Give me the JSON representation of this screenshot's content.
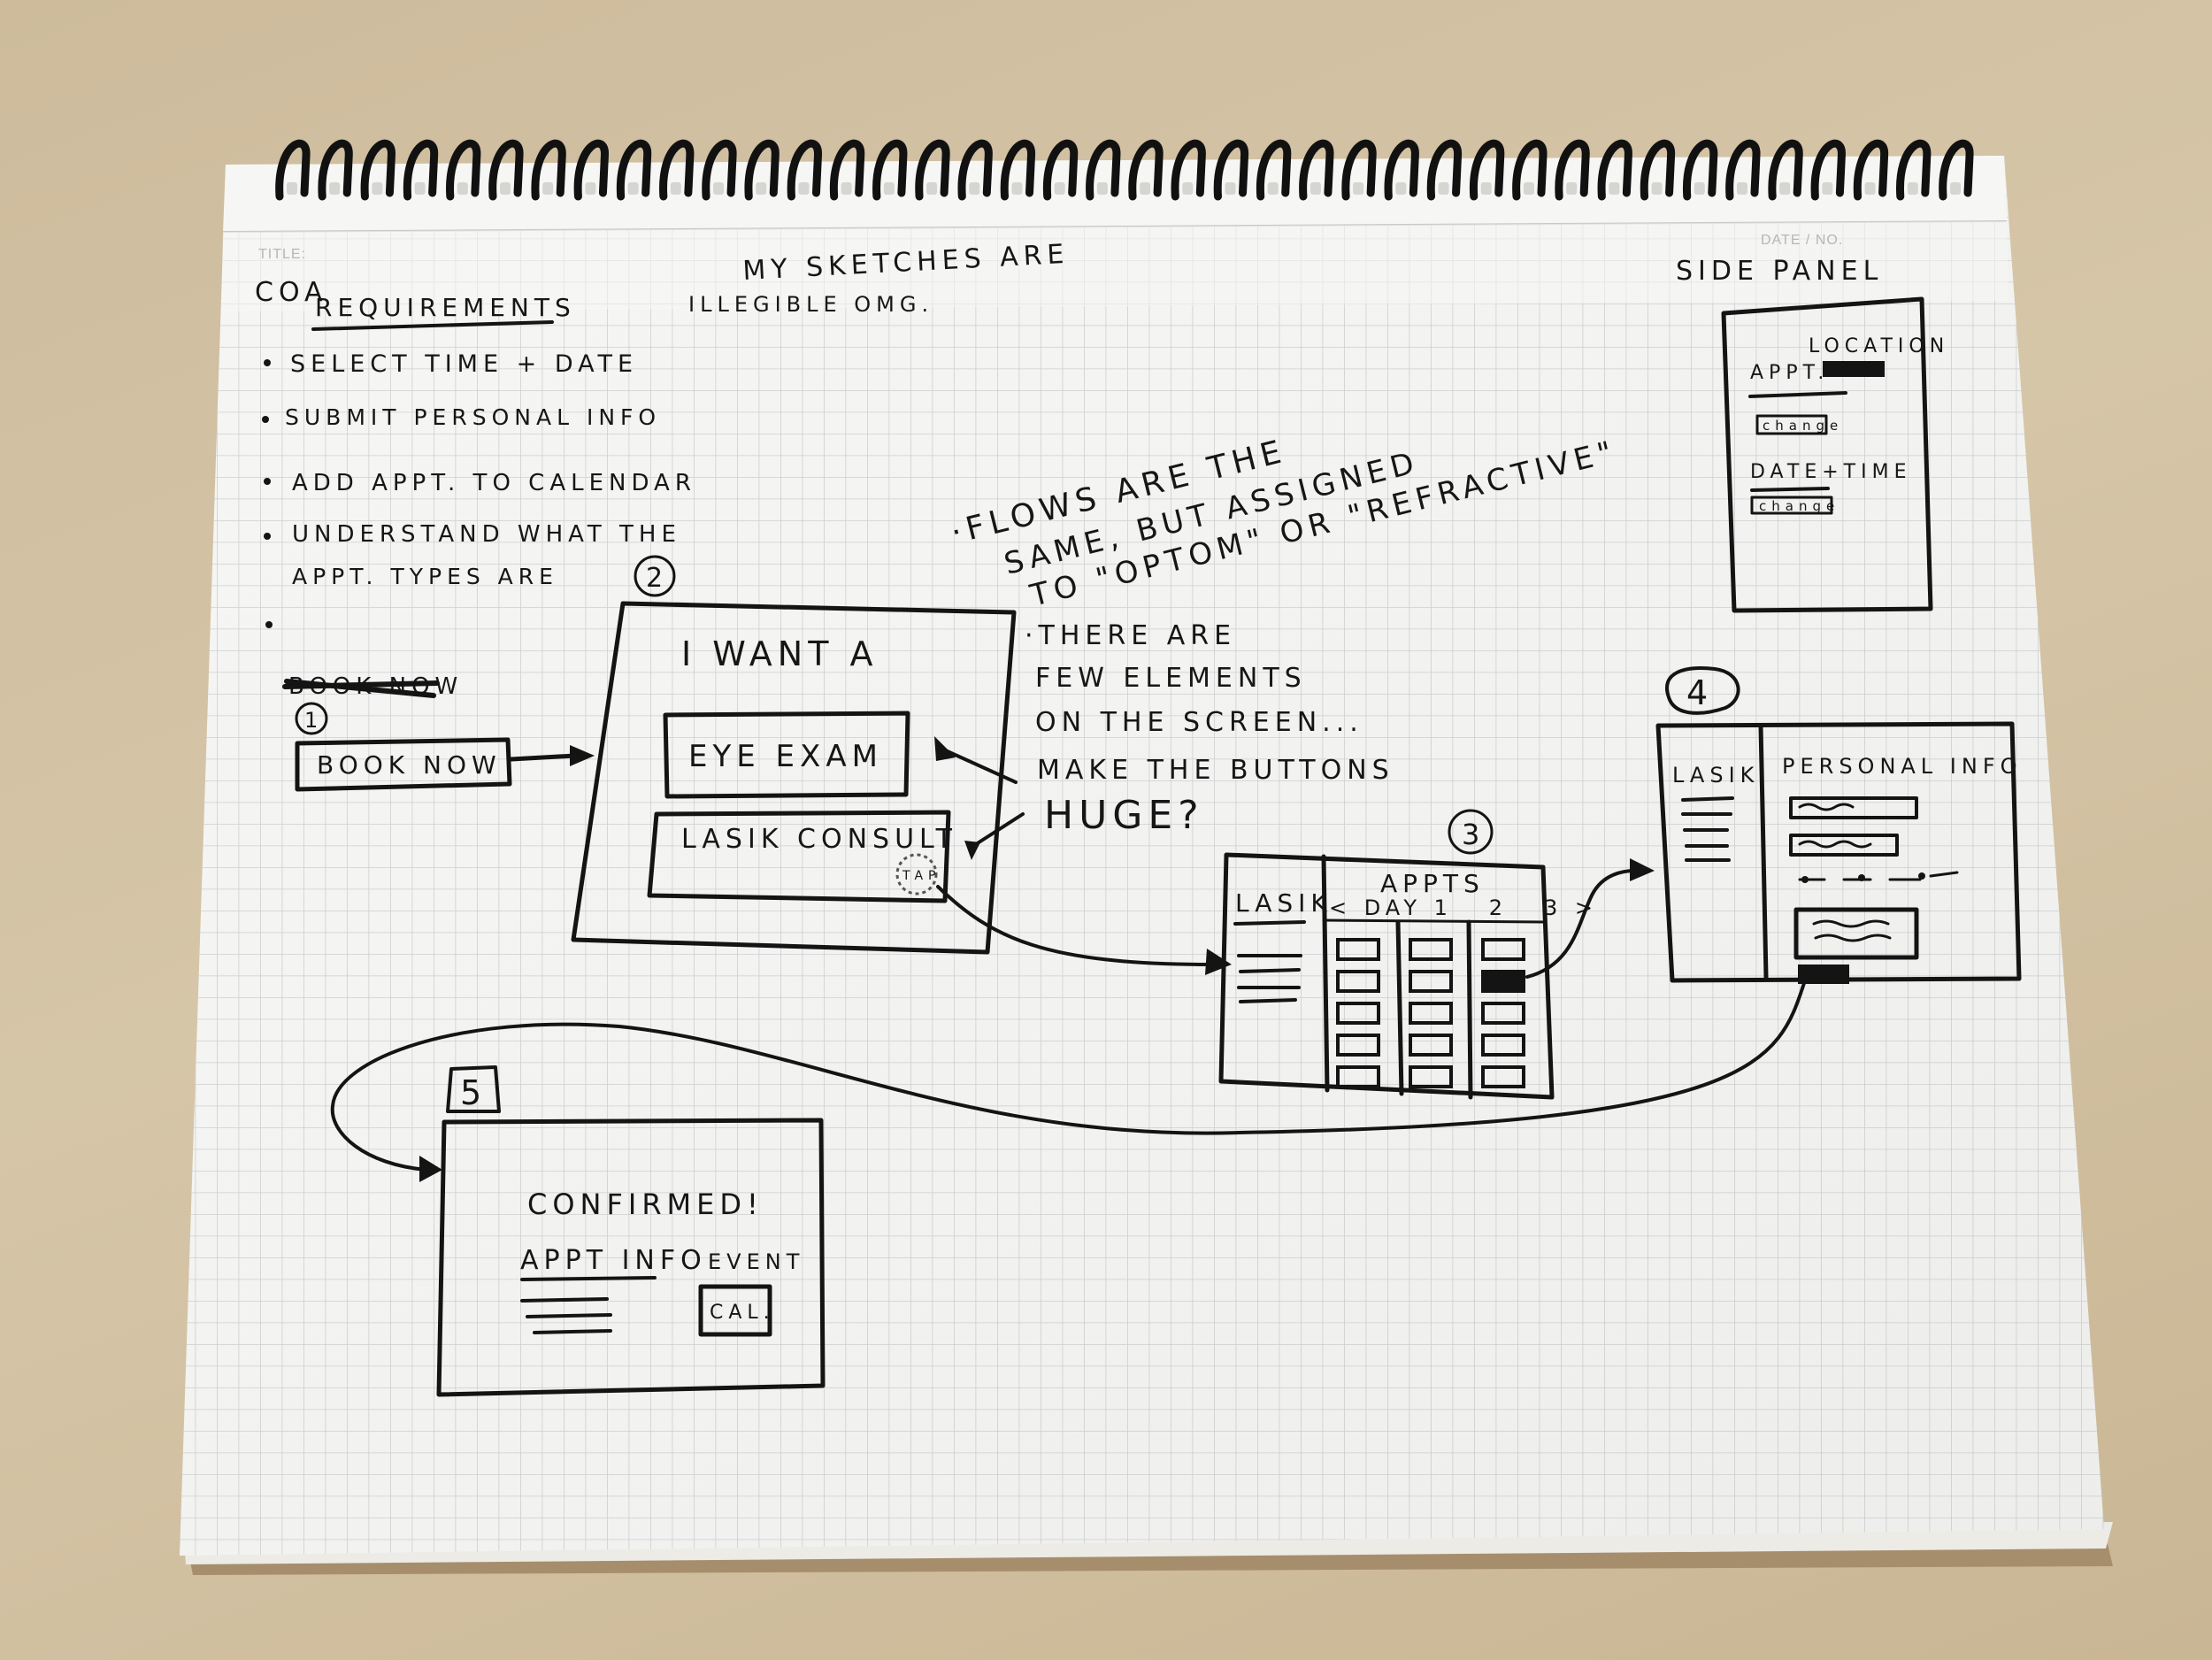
{
  "paper": {
    "title_label": "TITLE:",
    "date_label": "DATE / NO."
  },
  "heading": {
    "scribble": "COA",
    "requirements": "REQUIREMENTS"
  },
  "header_note": {
    "line1": "MY SKETCHES ARE",
    "line2": "ILLEGIBLE OMG."
  },
  "requirements": [
    "SELECT TIME + DATE",
    "SUBMIT PERSONAL INFO",
    "ADD APPT. TO CALENDAR",
    "UNDERSTAND WHAT THE",
    "APPT. TYPES ARE"
  ],
  "flow_note": {
    "line1": "·FLOWS ARE THE",
    "line2": "SAME, BUT ASSIGNED",
    "line3": "TO \"OPTOM\" OR \"REFRACTIVE\""
  },
  "elements_note": {
    "line1": "·THERE ARE",
    "line2": "FEW ELEMENTS",
    "line3": "ON THE SCREEN...",
    "line4": "MAKE THE BUTTONS",
    "line5": "HUGE?"
  },
  "side_panel": {
    "title": "SIDE PANEL",
    "location": "LOCATION",
    "appt": "APPT.",
    "change1": "change",
    "datetime": "DATE+TIME",
    "change2": "change"
  },
  "step1": {
    "number": "1",
    "crossed": "BOOK NOW",
    "button": "BOOK NOW"
  },
  "step2": {
    "number": "2",
    "title": "I WANT A",
    "option1": "EYE EXAM",
    "option2": "LASIK CONSULT",
    "tap": "TAP"
  },
  "step3": {
    "number": "3",
    "sidebar": "LASIK",
    "title": "APPTS",
    "days": "< DAY 1   2   3 >"
  },
  "step4": {
    "number": "4",
    "sidebar": "LASIK",
    "title": "PERSONAL INFO"
  },
  "step5": {
    "number": "5",
    "title": "CONFIRMED!",
    "appt_info": "APPT INFO",
    "event": "EVENT",
    "cal": "CAL."
  }
}
